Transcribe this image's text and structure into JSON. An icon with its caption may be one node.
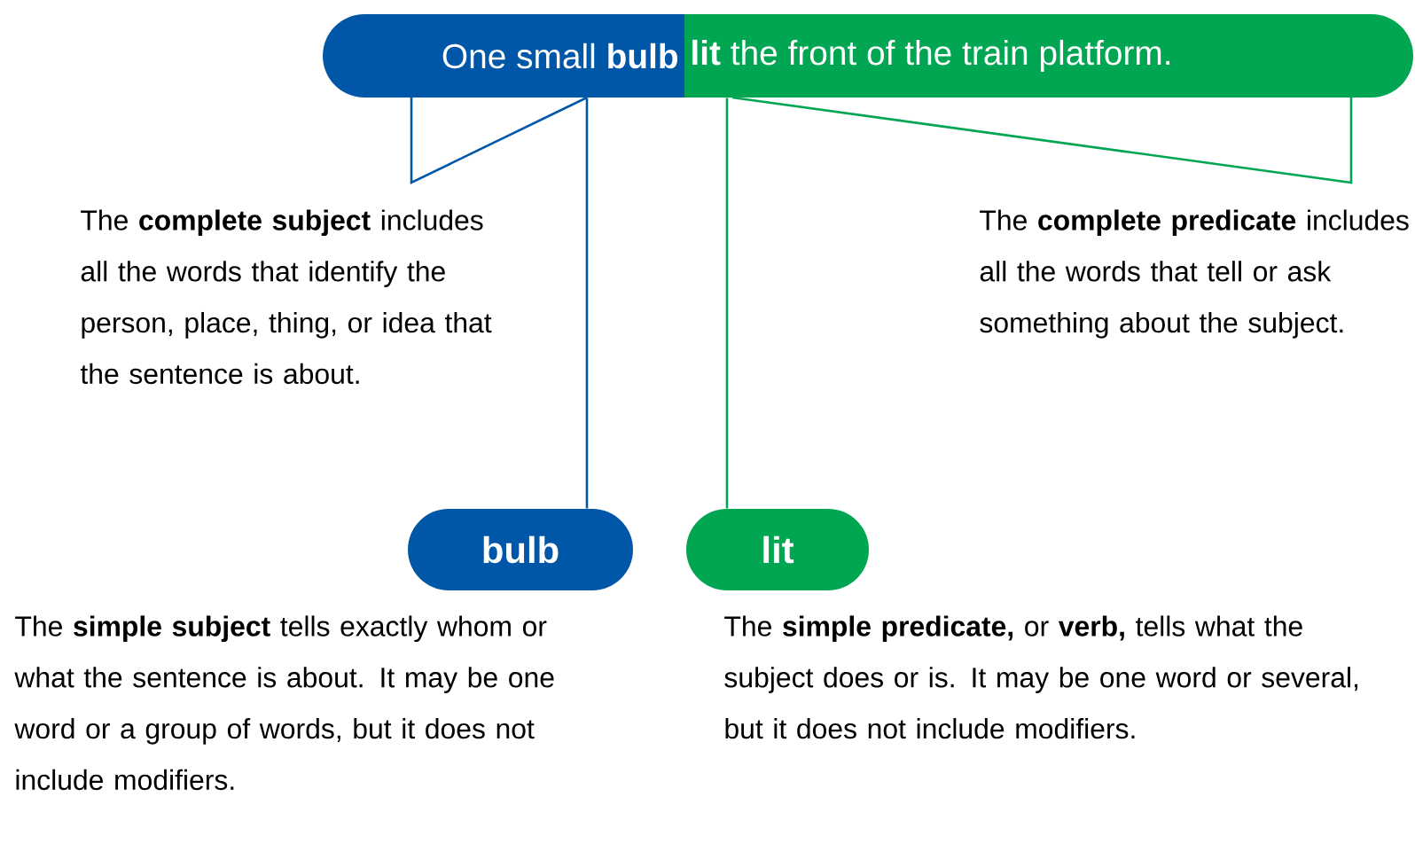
{
  "diagram": {
    "nodes": [
      {
        "text": [
          "One small **bulb**"
        ]
      },
      {
        "text": [
          "**lit** the front of the train platform."
        ]
      },
      {
        "text": [
          "bulb"
        ]
      },
      {
        "text": [
          "lit"
        ]
      }
    ],
    "edges": [
      {
        "from": 0,
        "to": 2,
        "arrow": "none",
        "color": "#0057a8"
      },
      {
        "from": 1,
        "to": 3,
        "arrow": "none",
        "color": "#00a651"
      }
    ],
    "labels": [
      "The **complete subject** includes all the words that identify the person, place, thing, or idea that the sentence is about.",
      "The **complete predicate** includes all the words that tell or ask something about the subject.",
      "The **simple subject** tells exactly whom or what the sentence is about. It may be one word or a group of words, but it does not include modifiers.",
      "The **simple predicate,** or **verb,** tells what the subject does or is. It may be one word or several, but it does not include modifiers."
    ]
  }
}
